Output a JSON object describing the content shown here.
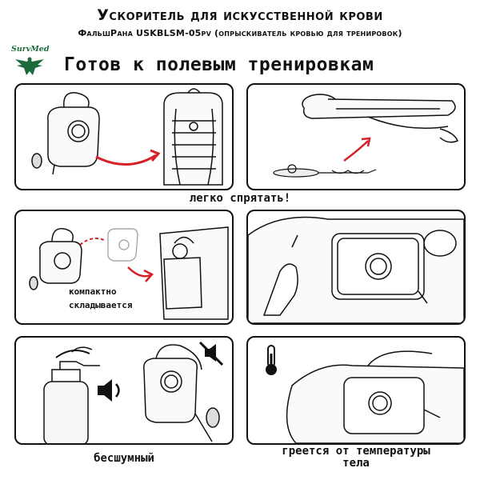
{
  "header": {
    "title": "Ускоритель для искусственной крови",
    "subtitle": "ФальшРана USKBLSM-05pv (опрыскиватель кровью для тренировок)",
    "logo_text": "SurvMed",
    "headline": "Готов к полевым тренировкам"
  },
  "captions": {
    "hide": "легко спрятать!",
    "compact_line1": "компактно",
    "compact_line2": "складывается",
    "silent": "бесшумный",
    "warm_line1": "греется от температуры",
    "warm_line2": "тела"
  },
  "icons": {
    "logo": "eagle-icon",
    "sound_on": "speaker-icon",
    "sound_off": "speaker-muted-icon",
    "temperature": "thermometer-icon"
  },
  "colors": {
    "arrow": "#d61f26",
    "logo": "#1d6b3c",
    "ink": "#111111"
  }
}
